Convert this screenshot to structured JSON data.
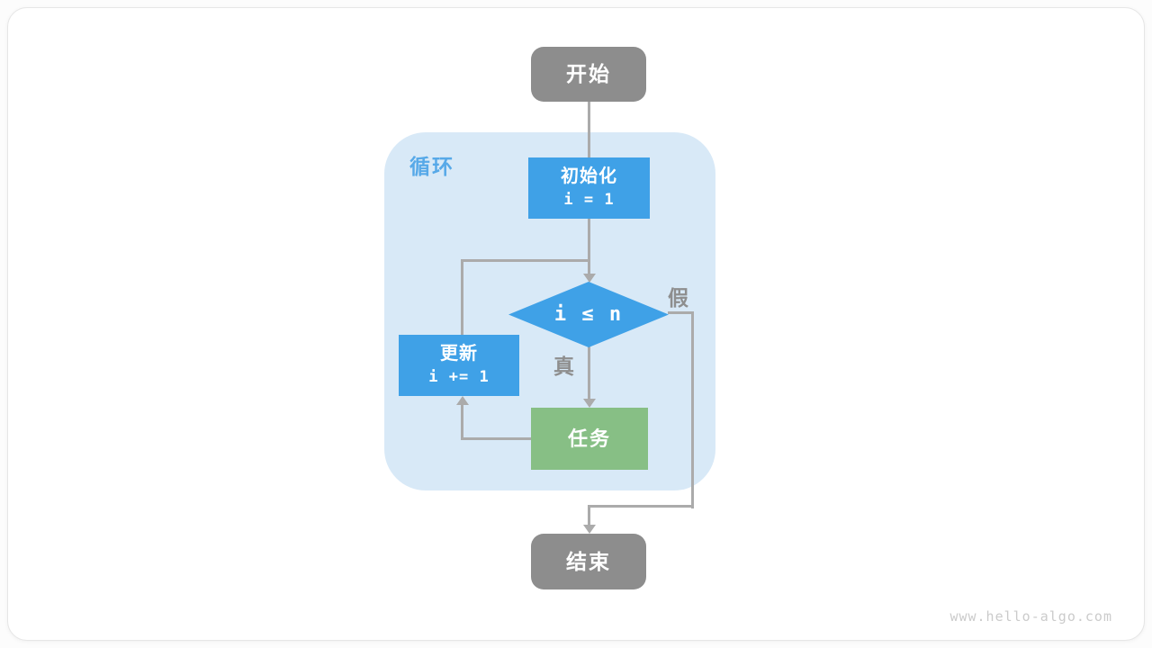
{
  "page": {
    "watermark": "www.hello-algo.com"
  },
  "diagram": {
    "loop_label": "循环",
    "nodes": {
      "start": {
        "label": "开始"
      },
      "init": {
        "label": "初始化",
        "code": "i = 1"
      },
      "cond": {
        "label": "i ≤ n"
      },
      "update": {
        "label": "更新",
        "code": "i += 1"
      },
      "task": {
        "label": "任务"
      },
      "end": {
        "label": "结束"
      }
    },
    "edge_labels": {
      "true": "真",
      "false": "假"
    },
    "colors": {
      "process_blue": "#3fa1e7",
      "task_green": "#87bf85",
      "terminal_gray": "#8d8d8d",
      "loop_background": "#d8e9f7",
      "loop_label_blue": "#57a9e8",
      "connector_gray": "#ababab",
      "edge_label_gray": "#8e8e8e",
      "watermark_gray": "#cbcbcb"
    }
  }
}
